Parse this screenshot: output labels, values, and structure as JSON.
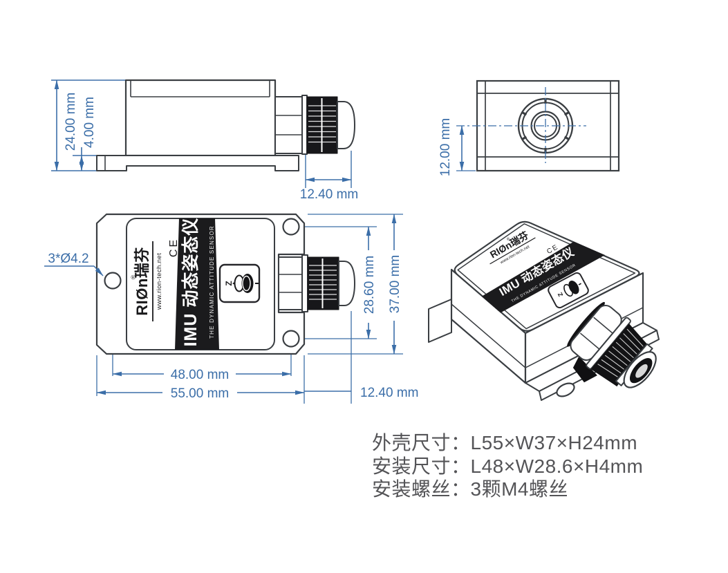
{
  "colors": {
    "dimension_blue": "#3b6ea8",
    "drawing_line": "#3a3e42",
    "black_fill": "#17171a",
    "spec_text": "#545457"
  },
  "side_view": {
    "dim_total_height": "24.00 mm",
    "dim_flange_height": "4.00 mm",
    "dim_connector_length": "12.40 mm"
  },
  "end_view": {
    "dim_connector_center_height": "12.00 mm"
  },
  "top_view": {
    "dim_mounting_holes": "3*Ø4.2",
    "dim_hole_spacing_length": "48.00 mm",
    "dim_body_length": "55.00 mm",
    "dim_connector_length": "12.40 mm",
    "dim_hole_spacing_width": "28.60 mm",
    "dim_body_width": "37.00 mm"
  },
  "device_label": {
    "brand": "RIØn瑞芬",
    "registered_mark": "®",
    "website": "www.rion-tech.net",
    "ce_mark": "CE",
    "product_name": "IMU 动态姿态仪",
    "product_subtitle": "THE DYNAMIC ATTITUDE SENSOR",
    "axis_marker": "Z"
  },
  "specs": {
    "rows": [
      {
        "label": "外壳尺寸：",
        "value": "L55×W37×H24mm"
      },
      {
        "label": "安装尺寸：",
        "value": "L48×W28.6×H4mm"
      },
      {
        "label": "安装螺丝：",
        "value": "3颗M4螺丝"
      }
    ]
  }
}
